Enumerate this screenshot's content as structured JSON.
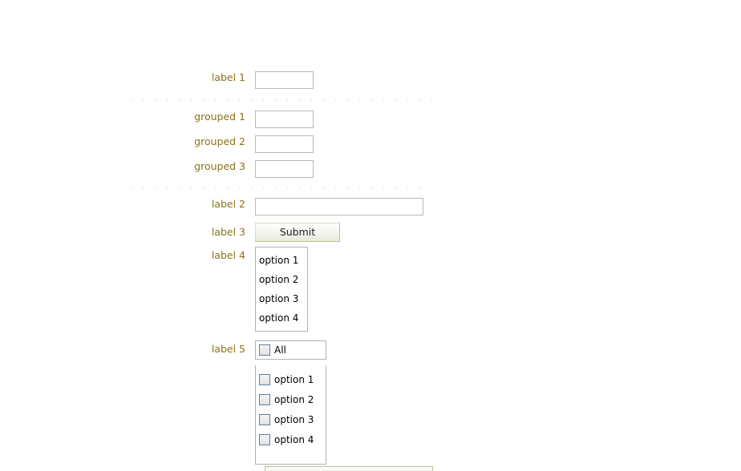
{
  "form": {
    "rows": [
      {
        "label": "label 1",
        "type": "text-short"
      },
      {
        "label": "grouped 1",
        "type": "text-short"
      },
      {
        "label": "grouped 2",
        "type": "text-short"
      },
      {
        "label": "grouped 3",
        "type": "text-short"
      },
      {
        "label": "label 2",
        "type": "text-wide"
      },
      {
        "label": "label 3",
        "type": "button"
      },
      {
        "label": "label 4",
        "type": "listbox"
      },
      {
        "label": "label 5",
        "type": "checkgroup"
      }
    ],
    "inputs": {
      "label1_value": "",
      "label1_placeholder": "",
      "grouped1_value": "",
      "grouped1_placeholder": "",
      "grouped2_value": "",
      "grouped2_placeholder": "",
      "grouped3_value": "",
      "grouped3_placeholder": "",
      "label2_value": "",
      "label2_placeholder": ""
    },
    "submit": {
      "label": "Submit"
    },
    "listbox": {
      "options": [
        "option 1",
        "option 2",
        "option 3",
        "option 4"
      ]
    },
    "checkgroup": {
      "all_label": "All",
      "all_checked": false,
      "options": [
        {
          "label": "option 1",
          "checked": false
        },
        {
          "label": "option 2",
          "checked": false
        },
        {
          "label": "option 3",
          "checked": false
        },
        {
          "label": "option 4",
          "checked": false
        }
      ]
    },
    "separators": [
      {
        "after_label": "label 1"
      },
      {
        "after_label": "grouped 3"
      }
    ]
  },
  "colors": {
    "label_text": "#8a7318",
    "input_border": "#b8b8b2",
    "control_border": "#b3b3ad",
    "button_border": "#c3bd92",
    "checkbox_border": "#5b7fa6",
    "separator_dot": "#9a9a9a",
    "page_background": "#ffffff",
    "body_text": "#000000"
  }
}
